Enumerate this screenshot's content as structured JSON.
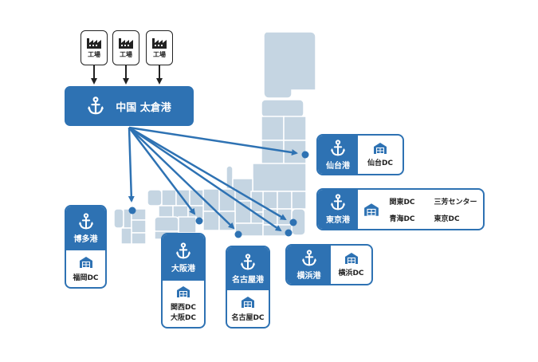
{
  "colors": {
    "primary": "#2e72b3",
    "map": "#c5d5e2",
    "map_line": "#ffffff",
    "outline": "#222222"
  },
  "factories": [
    {
      "label": "工場",
      "icon": "factory-icon"
    },
    {
      "label": "工場",
      "icon": "factory-icon"
    },
    {
      "label": "工場",
      "icon": "factory-icon"
    }
  ],
  "hub": {
    "label": "中国 太倉港",
    "icon": "anchor-icon"
  },
  "ports": {
    "sendai": {
      "name": "仙台港",
      "dcs": [
        "仙台DC"
      ]
    },
    "tokyo": {
      "name": "東京港",
      "dcs": [
        "関東DC",
        "三芳センター",
        "青海DC",
        "東京DC"
      ]
    },
    "yokohama": {
      "name": "横浜港",
      "dcs": [
        "横浜DC"
      ]
    },
    "hakata": {
      "name": "博多港",
      "dcs": [
        "福岡DC"
      ]
    },
    "osaka": {
      "name": "大阪港",
      "dcs": [
        "関西DC",
        "大阪DC"
      ]
    },
    "nagoya": {
      "name": "名古屋港",
      "dcs": [
        "名古屋DC"
      ]
    }
  }
}
